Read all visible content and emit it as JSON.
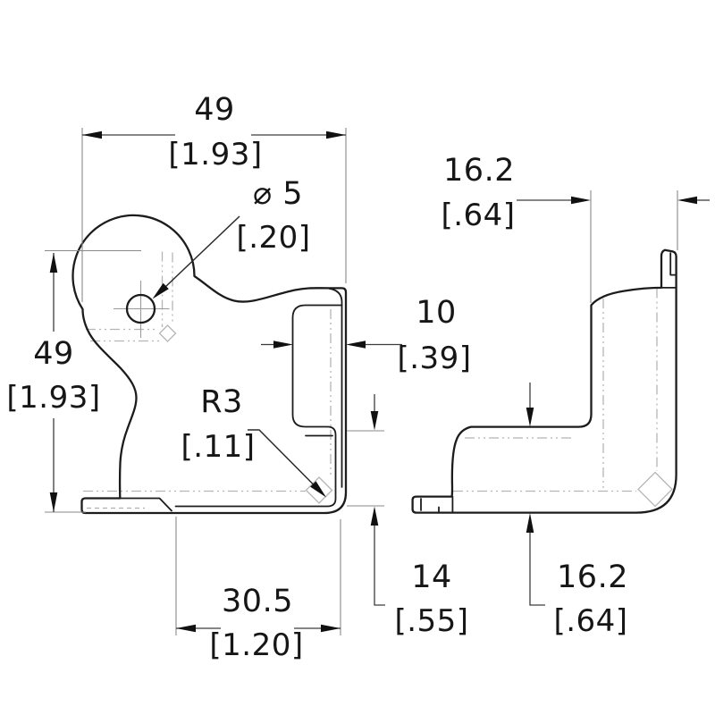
{
  "drawing": {
    "type": "engineering-dimension-drawing",
    "views": {
      "front": "bracket-front-view",
      "side": "bracket-side-view"
    },
    "colors": {
      "background": "#ffffff",
      "outline": "#1c1c1c",
      "bend_lines": "#b5b5b5",
      "extension_lines": "#8a8a8a",
      "dimension_lines": "#3d3d3d",
      "text": "#161616"
    },
    "dims": {
      "width_top": {
        "primary": "49",
        "dual": "[1.93]"
      },
      "height_left": {
        "primary": "49",
        "dual": "[1.93]"
      },
      "hole_diameter": {
        "primary": "⌀ 5",
        "dual": "[.20]"
      },
      "bend_radius": {
        "primary": "R3",
        "dual": "[.11]"
      },
      "notch_depth": {
        "primary": "10",
        "dual": "[.39]"
      },
      "base_width": {
        "primary": "30.5",
        "dual": "[1.20]"
      },
      "flange_height": {
        "primary": "14",
        "dual": "[.55]"
      },
      "depth_top": {
        "primary": "16.2",
        "dual": "[.64]"
      },
      "side_height": {
        "primary": "16.2",
        "dual": "[.64]"
      }
    }
  }
}
